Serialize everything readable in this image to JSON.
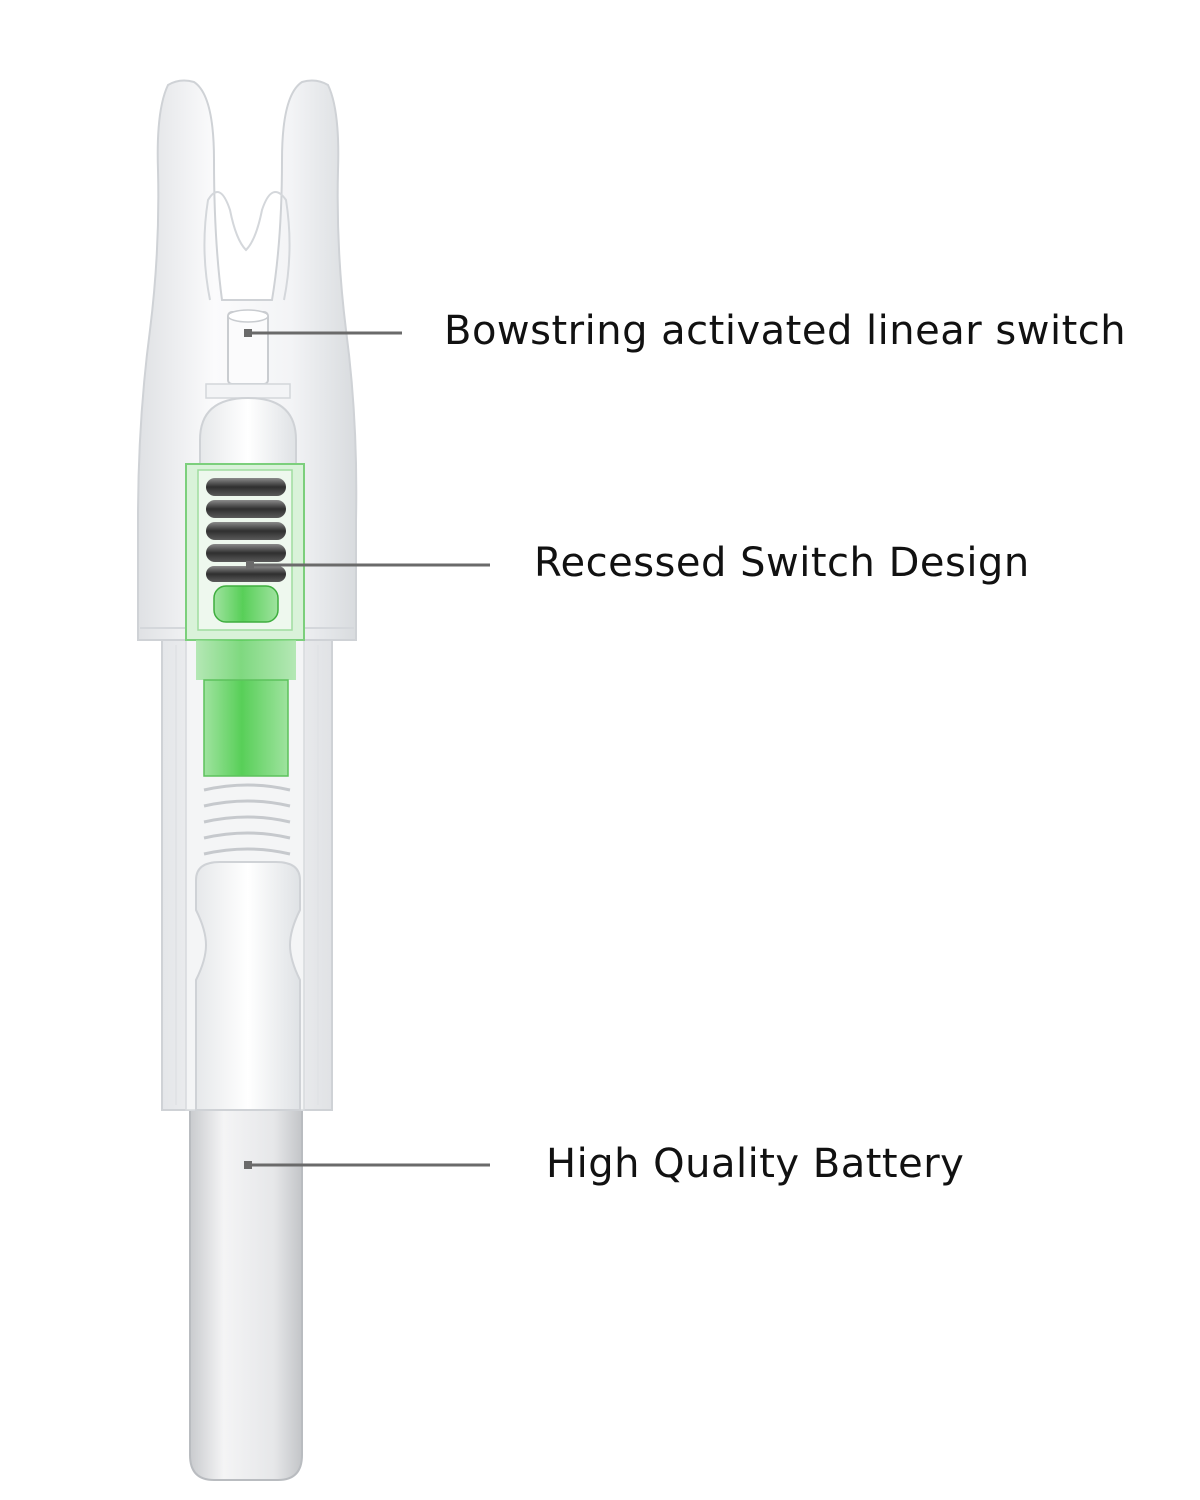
{
  "callouts": {
    "linear_switch": "Bowstring activated linear switch",
    "recessed_switch": "Recessed Switch Design",
    "battery": "High Quality Battery"
  },
  "colors": {
    "leader_line": "#6a6a6a",
    "label_text": "#111111",
    "nock_body": "#f1f2f4",
    "nock_outline": "#cfd2d6",
    "led_green": "#5ed85e",
    "led_green_light": "#bff0bf",
    "coil_dark": "#3a3a3a",
    "battery": "#e3e4e6"
  }
}
